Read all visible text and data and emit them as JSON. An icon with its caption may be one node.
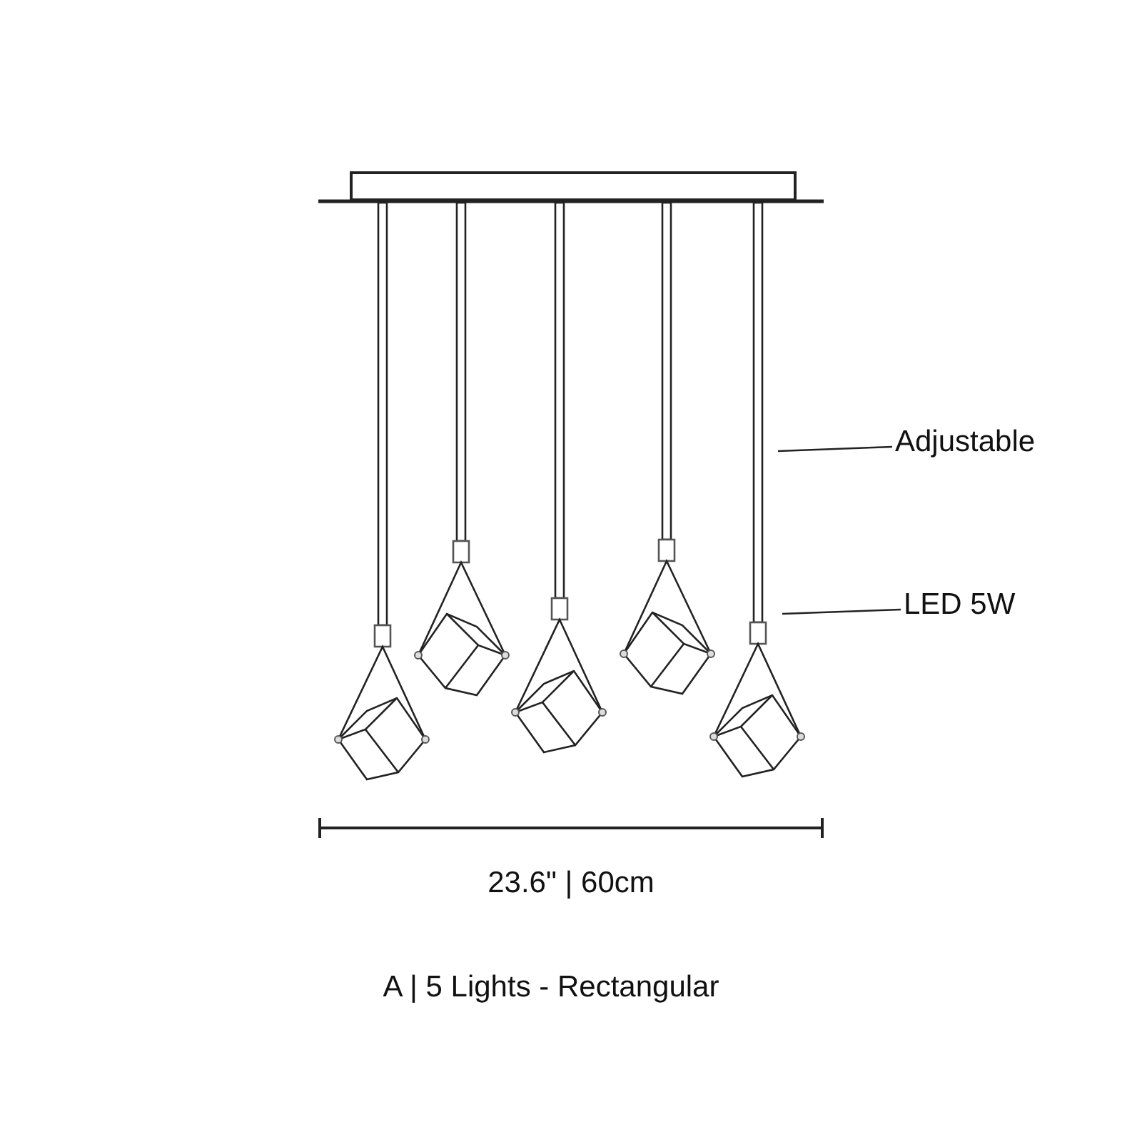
{
  "diagram": {
    "nodes": [
      {
        "text": [
          "Adjustable"
        ]
      },
      {
        "text": [
          "LED 5W"
        ]
      }
    ],
    "edges": [
      {
        "from": 0,
        "to": null,
        "arrow": "none"
      },
      {
        "from": 1,
        "to": null,
        "arrow": "none"
      }
    ],
    "labels": [
      "23.6\" | 60cm",
      "A | 5 Lights - Rectangular"
    ]
  }
}
